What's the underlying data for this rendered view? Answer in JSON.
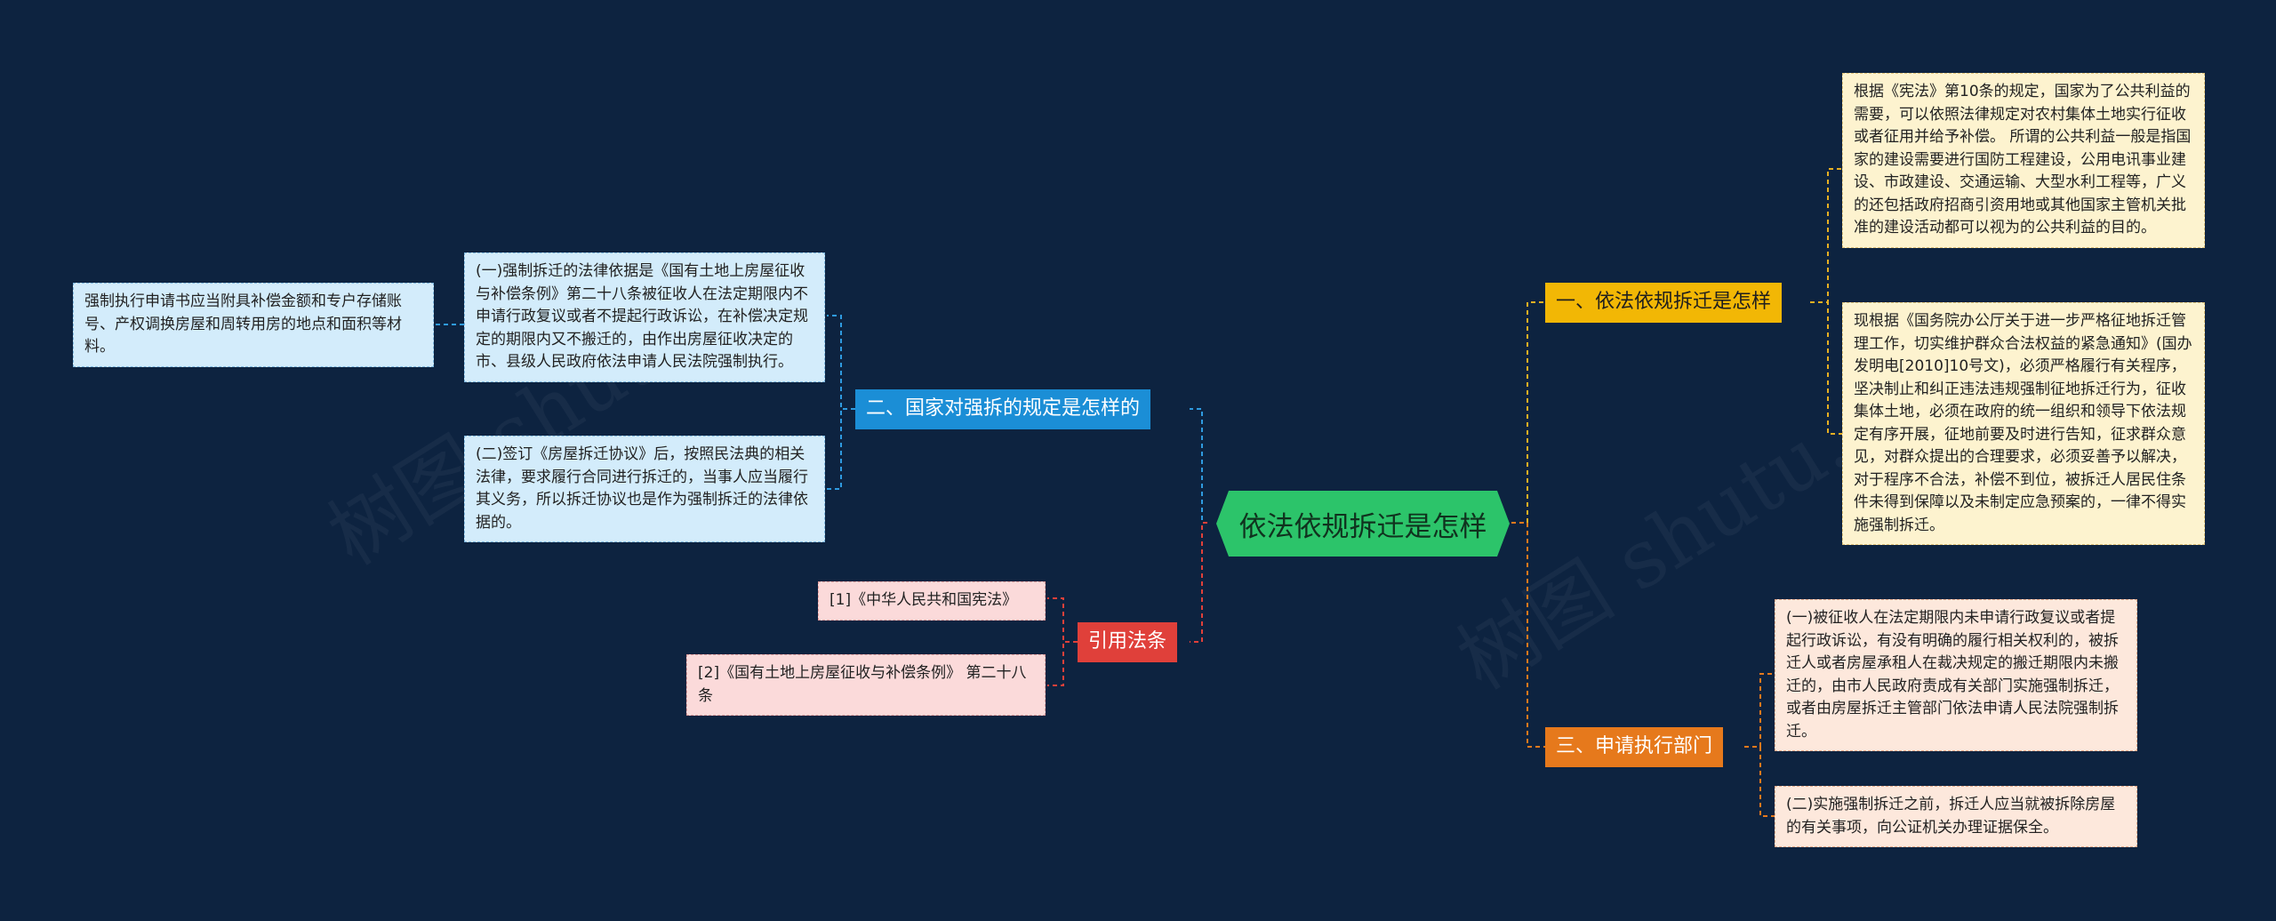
{
  "root": {
    "label": "依法依规拆迁是怎样"
  },
  "branches": {
    "legal": {
      "label": "二、国家对强拆的规定是怎样的",
      "color": "#1b8ed6"
    },
    "cite": {
      "label": "引用法条",
      "color": "#e0403a"
    },
    "basis": {
      "label": "一、依法依规拆迁是怎样",
      "color": "#f2b705"
    },
    "dept": {
      "label": "三、申请执行部门",
      "color": "#e6791c"
    }
  },
  "leaves": {
    "legal_1": "(一)强制拆迁的法律依据是《国有土地上房屋征收与补偿条例》第二十八条被征收人在法定期限内不申请行政复议或者不提起行政诉讼，在补偿决定规定的期限内又不搬迁的，由作出房屋征收决定的市、县级人民政府依法申请人民法院强制执行。",
    "legal_1_sub": "强制执行申请书应当附具补偿金额和专户存储账号、产权调换房屋和周转用房的地点和面积等材料。",
    "legal_2": "(二)签订《房屋拆迁协议》后，按照民法典的相关法律，要求履行合同进行拆迁的，当事人应当履行其义务，所以拆迁协议也是作为强制拆迁的法律依据的。",
    "cite_1": "[1]《中华人民共和国宪法》",
    "cite_2": "[2]《国有土地上房屋征收与补偿条例》 第二十八条",
    "basis_1": "根据《宪法》第10条的规定，国家为了公共利益的需要，可以依照法律规定对农村集体土地实行征收或者征用并给予补偿。 所谓的公共利益一般是指国家的建设需要进行国防工程建设，公用电讯事业建设、市政建设、交通运输、大型水利工程等，广义的还包括政府招商引资用地或其他国家主管机关批准的建设活动都可以视为的公共利益的目的。",
    "basis_2": "现根据《国务院办公厅关于进一步严格征地拆迁管理工作，切实维护群众合法权益的紧急通知》(国办发明电[2010]10号文)，必须严格履行有关程序，坚决制止和纠正违法违规强制征地拆迁行为，征收集体土地，必须在政府的统一组织和领导下依法规定有序开展，征地前要及时进行告知，征求群众意见，对群众提出的合理要求，必须妥善予以解决，对于程序不合法，补偿不到位，被拆迁人居民住条件未得到保障以及未制定应急预案的，一律不得实施强制拆迁。",
    "dept_1": "(一)被征收人在法定期限内未申请行政复议或者提起行政诉讼，有没有明确的履行相关权利的，被拆迁人或者房屋承租人在裁决规定的搬迁期限内未搬迁的，由市人民政府责成有关部门实施强制拆迁，或者由房屋拆迁主管部门依法申请人民法院强制拆迁。",
    "dept_2": "(二)实施强制拆迁之前，拆迁人应当就被拆除房屋的有关事项，向公证机关办理证据保全。"
  },
  "watermark": {
    "left": "树图 shutu.cn",
    "right": "树图 shutu.cn"
  },
  "colors": {
    "background": "#0d2340",
    "root": "#2cc46a",
    "link_blue": "#2f9be0",
    "link_red": "#e0403a",
    "link_yellow": "#e8b022",
    "link_orange": "#e6791c"
  }
}
